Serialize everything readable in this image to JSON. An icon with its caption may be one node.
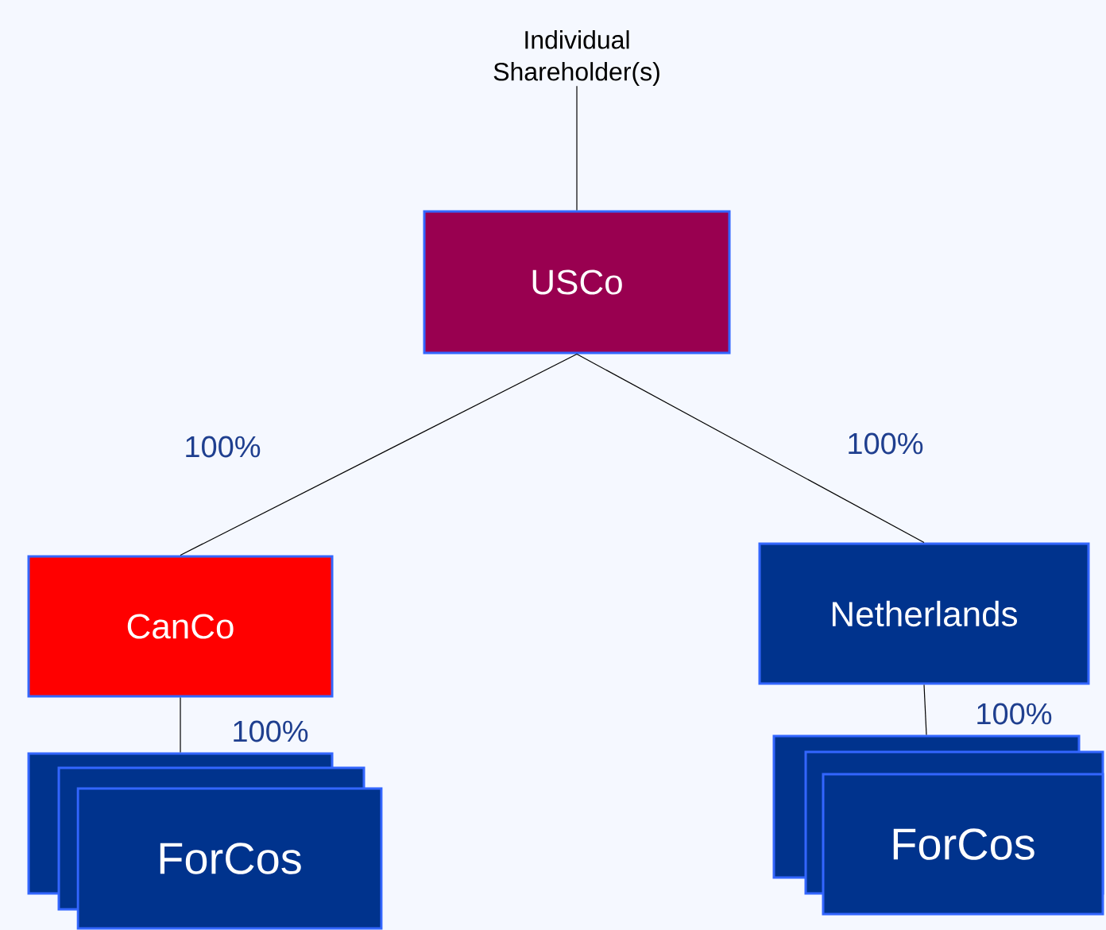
{
  "diagram": {
    "nodes": [
      {
        "text": [
          "Individual Shareholder(s)"
        ]
      },
      {
        "text": [
          "USCo"
        ]
      },
      {
        "text": [
          "CanCo"
        ]
      },
      {
        "text": [
          "Netherlands"
        ]
      },
      {
        "text": [],
        "shape": "box"
      },
      {
        "text": [],
        "shape": "box"
      },
      {
        "text": [
          "ForCos"
        ]
      },
      {
        "text": [],
        "shape": "box"
      },
      {
        "text": [],
        "shape": "box"
      },
      {
        "text": [
          "ForCos"
        ]
      }
    ],
    "edges": [
      {
        "from": 0,
        "to": 1,
        "arrow": "none"
      },
      {
        "from": 1,
        "to": 2,
        "arrow": "none",
        "label": "100%"
      },
      {
        "from": 1,
        "to": 3,
        "arrow": "none",
        "label": "100%"
      },
      {
        "from": 2,
        "to": 4,
        "arrow": "none",
        "label": "100%"
      },
      {
        "from": 3,
        "to": 7,
        "arrow": "none",
        "label": "100%"
      }
    ]
  }
}
